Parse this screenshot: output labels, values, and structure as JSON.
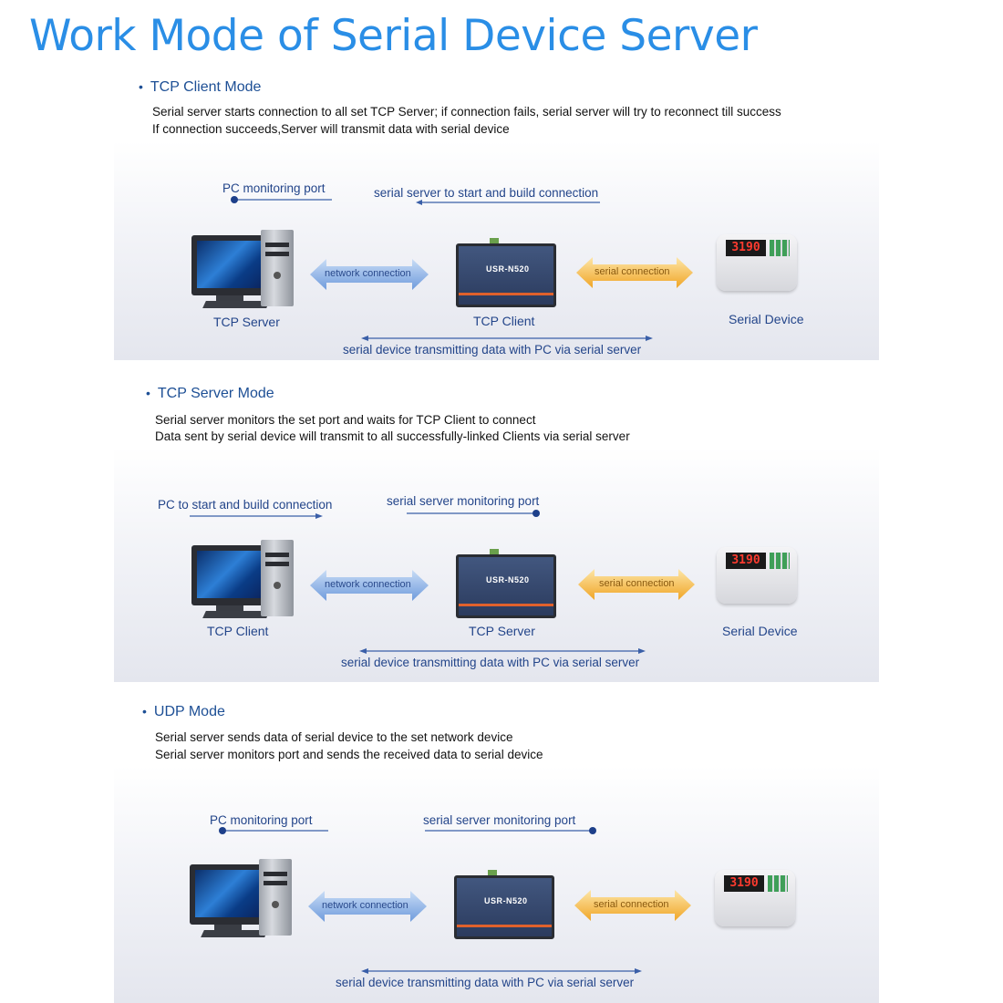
{
  "title": "Work Mode of Serial Device Server",
  "icons": {
    "pc": "desktop-computer-icon",
    "server": "usr-n520-device-icon",
    "scale": "weighing-scale-icon"
  },
  "colors": {
    "title": "#2a8ee6",
    "heading": "#1d4f95",
    "label": "#23458a",
    "network_arrow": "#5f8fd6",
    "serial_arrow": "#f0ad2e"
  },
  "device_text": {
    "brand": "USR-N520",
    "scale_display": "3190"
  },
  "sections": [
    {
      "heading": "TCP Client Mode",
      "desc": [
        "Serial server starts connection to all set TCP Server; if connection fails, serial server will try to reconnect till success",
        "If connection succeeds,Server will transmit data with serial device"
      ],
      "left_note": "PC monitoring port",
      "right_note": "serial server to start and build connection",
      "network_label": "network connection",
      "serial_label": "serial connection",
      "pc_label": "TCP Server",
      "server_label": "TCP Client",
      "device_label": "Serial Device",
      "bottom_note": "serial device transmitting data with PC via serial server"
    },
    {
      "heading": "TCP Server Mode",
      "desc": [
        "Serial server monitors the set port and waits for TCP Client to connect",
        "Data sent by serial device will transmit to all successfully-linked Clients via serial server"
      ],
      "left_note": "PC to start and build connection",
      "right_note": "serial server monitoring port",
      "network_label": "network connection",
      "serial_label": "serial connection",
      "pc_label": "TCP Client",
      "server_label": "TCP Server",
      "device_label": "Serial Device",
      "bottom_note": "serial device transmitting data with PC via serial server"
    },
    {
      "heading": "UDP Mode",
      "desc": [
        "Serial server sends data of serial device to the set network device",
        "Serial server monitors port and sends the received data to serial device"
      ],
      "left_note": "PC monitoring port",
      "right_note": "serial server monitoring port",
      "network_label": "network connection",
      "serial_label": "serial connection",
      "pc_label": "",
      "server_label": "",
      "device_label": "",
      "bottom_note": "serial device transmitting data with PC via serial server"
    }
  ]
}
